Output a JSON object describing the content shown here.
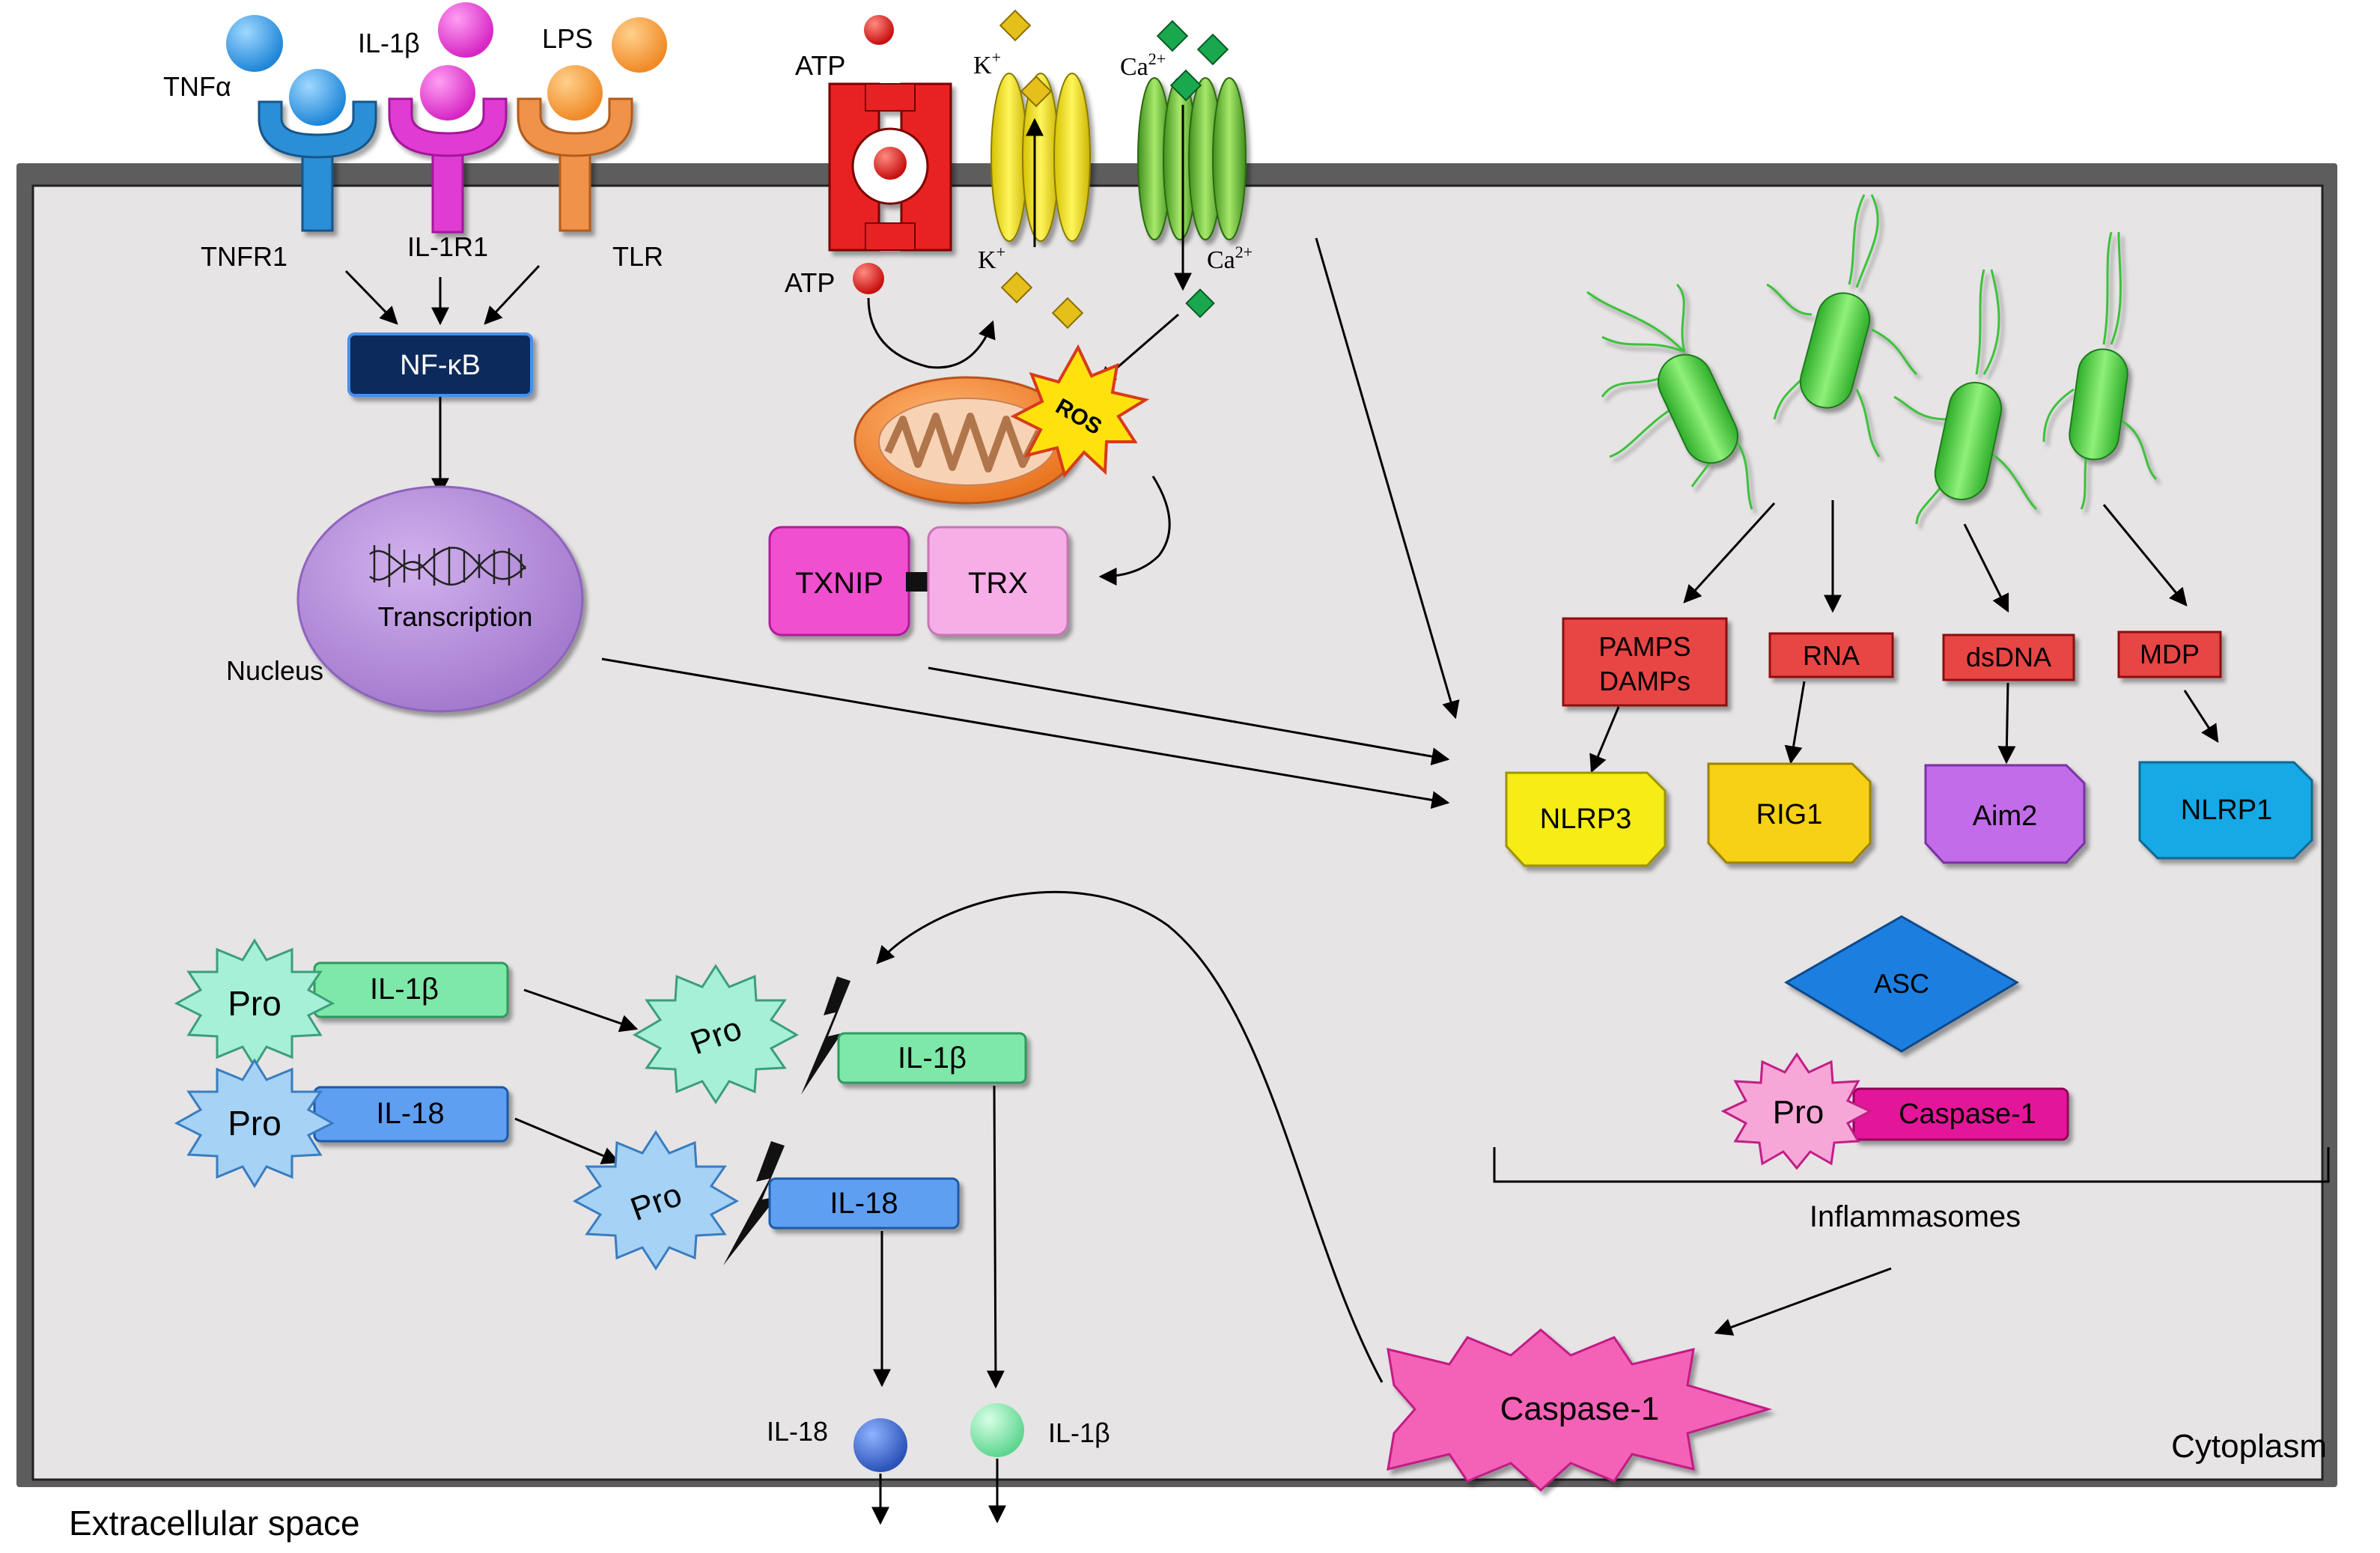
{
  "colors": {
    "cell_fill": "#e6e4e5",
    "membrane": "#6b6b6b",
    "tnf": "#2b8fd6",
    "il1b_receptor": "#e03bd3",
    "tlr": "#f0924a",
    "nfkb": "#0d2a5c",
    "nucleus": "#b48ad6",
    "txnip": "#f04fd0",
    "trx": "#f7aee6",
    "ligand_red": "#e6372e",
    "nlrp3": "#f6ec14",
    "rig1": "#f6d112",
    "aim2": "#c26ce9",
    "nlrp1": "#12a9e6",
    "asc": "#1e7fe0",
    "pro_green": "#a6f0d8",
    "il1b_bar": "#7de8a8",
    "pro_blue": "#a5d2f5",
    "il18_bar": "#5f9ff2",
    "caspase": "#f462b8",
    "bacteria": "#4fd43b"
  },
  "icons": [
    "receptor-icon",
    "channel-icon",
    "mitochondrion-icon",
    "bacterium-icon",
    "starburst-icon",
    "lightning-icon",
    "diamond-icon"
  ],
  "labels": {
    "tnfa": "TNFα",
    "il1b_top": "IL-1β",
    "lps": "LPS",
    "tnfr1": "TNFR1",
    "il1r1": "IL-1R1",
    "tlr": "TLR",
    "nfkb": "NF-κB",
    "transcription": "Transcription",
    "nucleus": "Nucleus",
    "atp_top": "ATP",
    "atp_mid": "ATP",
    "k_top": "K",
    "k_mid": "K",
    "ca_top": "Ca",
    "ca_mid": "Ca",
    "plus": "+",
    "ca_charge": "2+",
    "ros": "ROS",
    "txnip": "TXNIP",
    "trx": "TRX",
    "pamps_line1": "PAMPS",
    "pamps_line2": "DAMPs",
    "rna": "RNA",
    "dsdna": "dsDNA",
    "mdp": "MDP",
    "nlrp3": "NLRP3",
    "rig1": "RIG1",
    "aim2": "Aim2",
    "nlrp1": "NLRP1",
    "asc": "ASC",
    "pro_casp": "Pro",
    "caspase1_bar": "Caspase-1",
    "inflammasomes": "Inflammasomes",
    "pro_il1b": "Pro",
    "il1b_pro_bar": "IL-1β",
    "pro_il18": "Pro",
    "il18_pro_bar": "IL-18",
    "pro_cleaved_green": "Pro",
    "il1b_cleaved": "IL-1β",
    "pro_cleaved_blue": "Pro",
    "il18_cleaved": "IL-18",
    "il18_out": "IL-18",
    "il1b_out": "IL-1β",
    "caspase1_active": "Caspase-1",
    "cytoplasm": "Cytoplasm",
    "extracellular": "Extracellular space"
  }
}
